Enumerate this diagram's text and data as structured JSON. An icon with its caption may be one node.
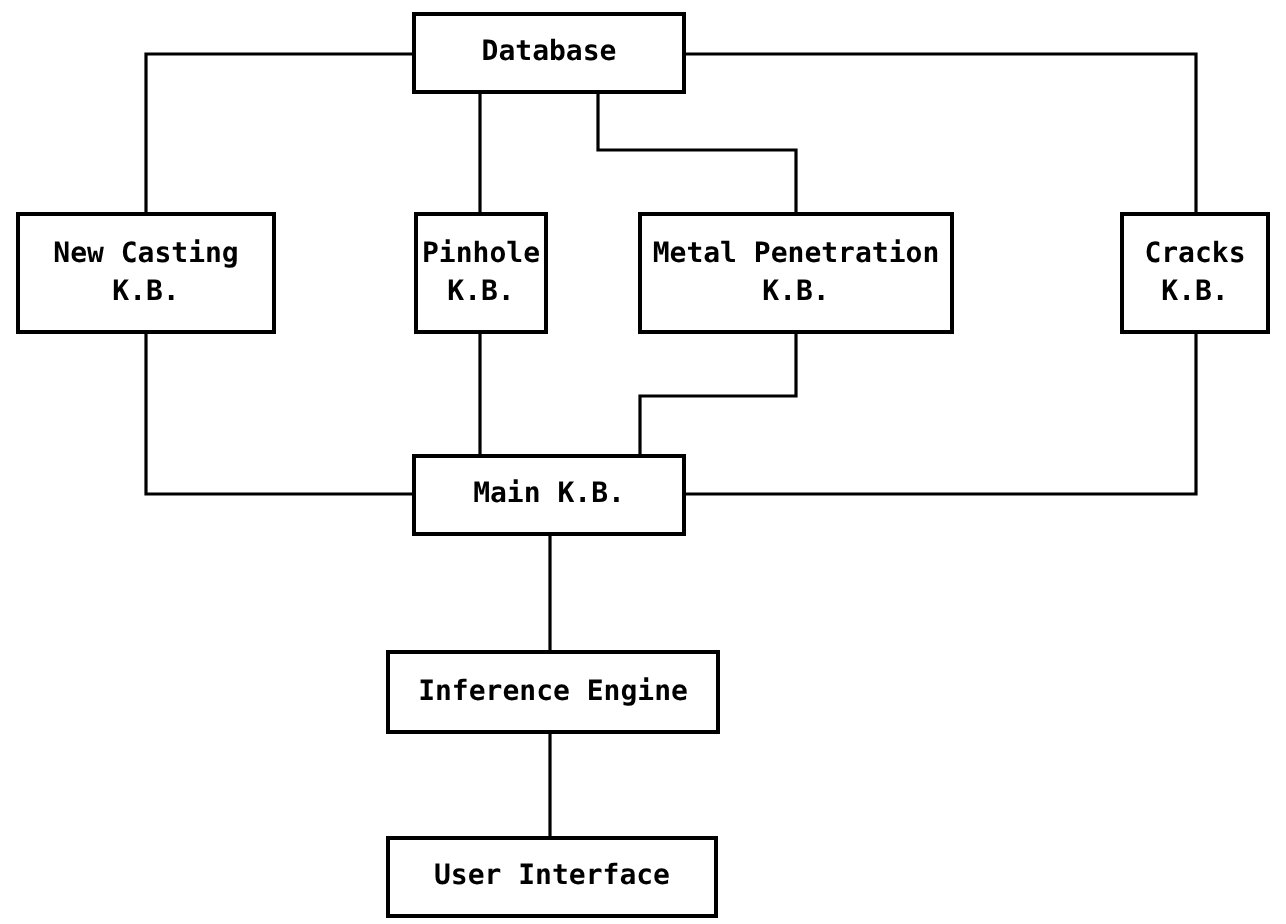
{
  "diagram": {
    "nodes": [
      {
        "text": [
          "Database"
        ]
      },
      {
        "text": [
          "New Casting K.B."
        ]
      },
      {
        "text": [
          "Pinhole K.B."
        ]
      },
      {
        "text": [
          "Metal Penetration K.B."
        ]
      },
      {
        "text": [
          "Cracks K.B."
        ]
      },
      {
        "text": [
          "Main K.B."
        ]
      },
      {
        "text": [
          "Inference Engine"
        ]
      },
      {
        "text": [
          "User Interface"
        ]
      }
    ],
    "edges": [
      {
        "from": 0,
        "to": 1,
        "arrow": "none"
      },
      {
        "from": 0,
        "to": 2,
        "arrow": "none"
      },
      {
        "from": 0,
        "to": 3,
        "arrow": "none"
      },
      {
        "from": 0,
        "to": 4,
        "arrow": "none"
      },
      {
        "from": 1,
        "to": 5,
        "arrow": "none"
      },
      {
        "from": 2,
        "to": 5,
        "arrow": "none"
      },
      {
        "from": 3,
        "to": 5,
        "arrow": "none"
      },
      {
        "from": 4,
        "to": 5,
        "arrow": "none"
      },
      {
        "from": 5,
        "to": 6,
        "arrow": "none"
      },
      {
        "from": 6,
        "to": 7,
        "arrow": "none"
      }
    ]
  }
}
